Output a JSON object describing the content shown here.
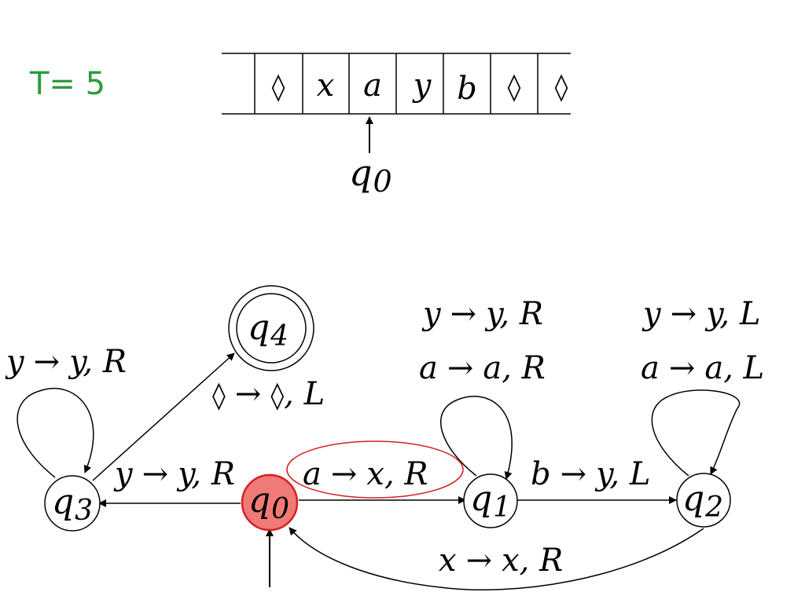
{
  "counter": {
    "label": "T=",
    "value": "5"
  },
  "tape": {
    "cells": [
      "",
      "◊",
      "x",
      "a",
      "y",
      "b",
      "◊",
      "◊"
    ],
    "head": {
      "state": "q",
      "sub": "0"
    }
  },
  "states": {
    "q0": {
      "name": "q",
      "sub": "0",
      "current": true,
      "initial": true
    },
    "q1": {
      "name": "q",
      "sub": "1"
    },
    "q2": {
      "name": "q",
      "sub": "2"
    },
    "q3": {
      "name": "q",
      "sub": "3"
    },
    "q4": {
      "name": "q",
      "sub": "4",
      "accepting": true
    }
  },
  "transitions": {
    "q0_q1": {
      "read": "a",
      "write": "x",
      "move": "R",
      "highlighted": true
    },
    "q0_q3": {
      "read": "y",
      "write": "y",
      "move": "R"
    },
    "q1_q2": {
      "read": "b",
      "write": "y",
      "move": "L"
    },
    "q2_q0": {
      "read": "x",
      "write": "x",
      "move": "R"
    },
    "q3_q4": {
      "read": "◊",
      "write": "◊",
      "move": "L"
    },
    "q1_loop": [
      {
        "read": "y",
        "write": "y",
        "move": "R"
      },
      {
        "read": "a",
        "write": "a",
        "move": "R"
      }
    ],
    "q2_loop": [
      {
        "read": "y",
        "write": "y",
        "move": "L"
      },
      {
        "read": "a",
        "write": "a",
        "move": "L"
      }
    ],
    "q3_loop": [
      {
        "read": "y",
        "write": "y",
        "move": "R"
      }
    ]
  },
  "arrow_symbol": "→",
  "colors": {
    "counter": "#2e9c3a",
    "current_state_fill": "#f07a78",
    "current_state_stroke": "#d42020",
    "highlight": "#d42020",
    "ink": "#000000"
  }
}
